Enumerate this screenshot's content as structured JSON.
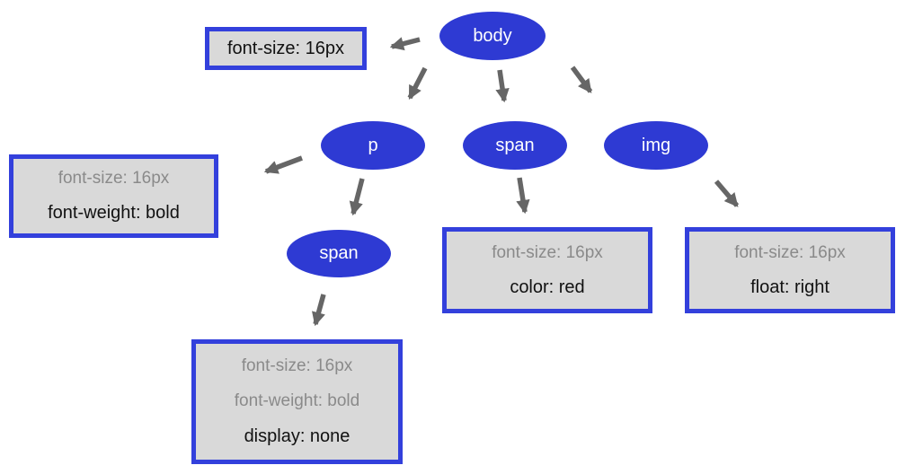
{
  "nodes": {
    "body": {
      "label": "body"
    },
    "p": {
      "label": "p"
    },
    "span": {
      "label": "span"
    },
    "img": {
      "label": "img"
    },
    "span_child": {
      "label": "span"
    }
  },
  "style_boxes": {
    "body": {
      "lines": [
        {
          "text": "font-size: 16px",
          "inherited": false
        }
      ]
    },
    "p": {
      "lines": [
        {
          "text": "font-size: 16px",
          "inherited": true
        },
        {
          "text": "font-weight: bold",
          "inherited": false
        }
      ]
    },
    "span": {
      "lines": [
        {
          "text": "font-size: 16px",
          "inherited": true
        },
        {
          "text": "color: red",
          "inherited": false
        }
      ]
    },
    "img": {
      "lines": [
        {
          "text": "font-size: 16px",
          "inherited": true
        },
        {
          "text": "float: right",
          "inherited": false
        }
      ]
    },
    "span_child": {
      "lines": [
        {
          "text": "font-size: 16px",
          "inherited": true
        },
        {
          "text": "font-weight: bold",
          "inherited": true
        },
        {
          "text": "display: none",
          "inherited": false
        }
      ]
    }
  },
  "colors": {
    "node_fill": "#2e3ad3",
    "node_text": "#ffffff",
    "box_border": "#3340dc",
    "box_fill": "#d9d9d9",
    "arrow": "#666666",
    "inherited_text": "#8a8a8a",
    "declared_text": "#111111",
    "background": "#ffffff"
  }
}
